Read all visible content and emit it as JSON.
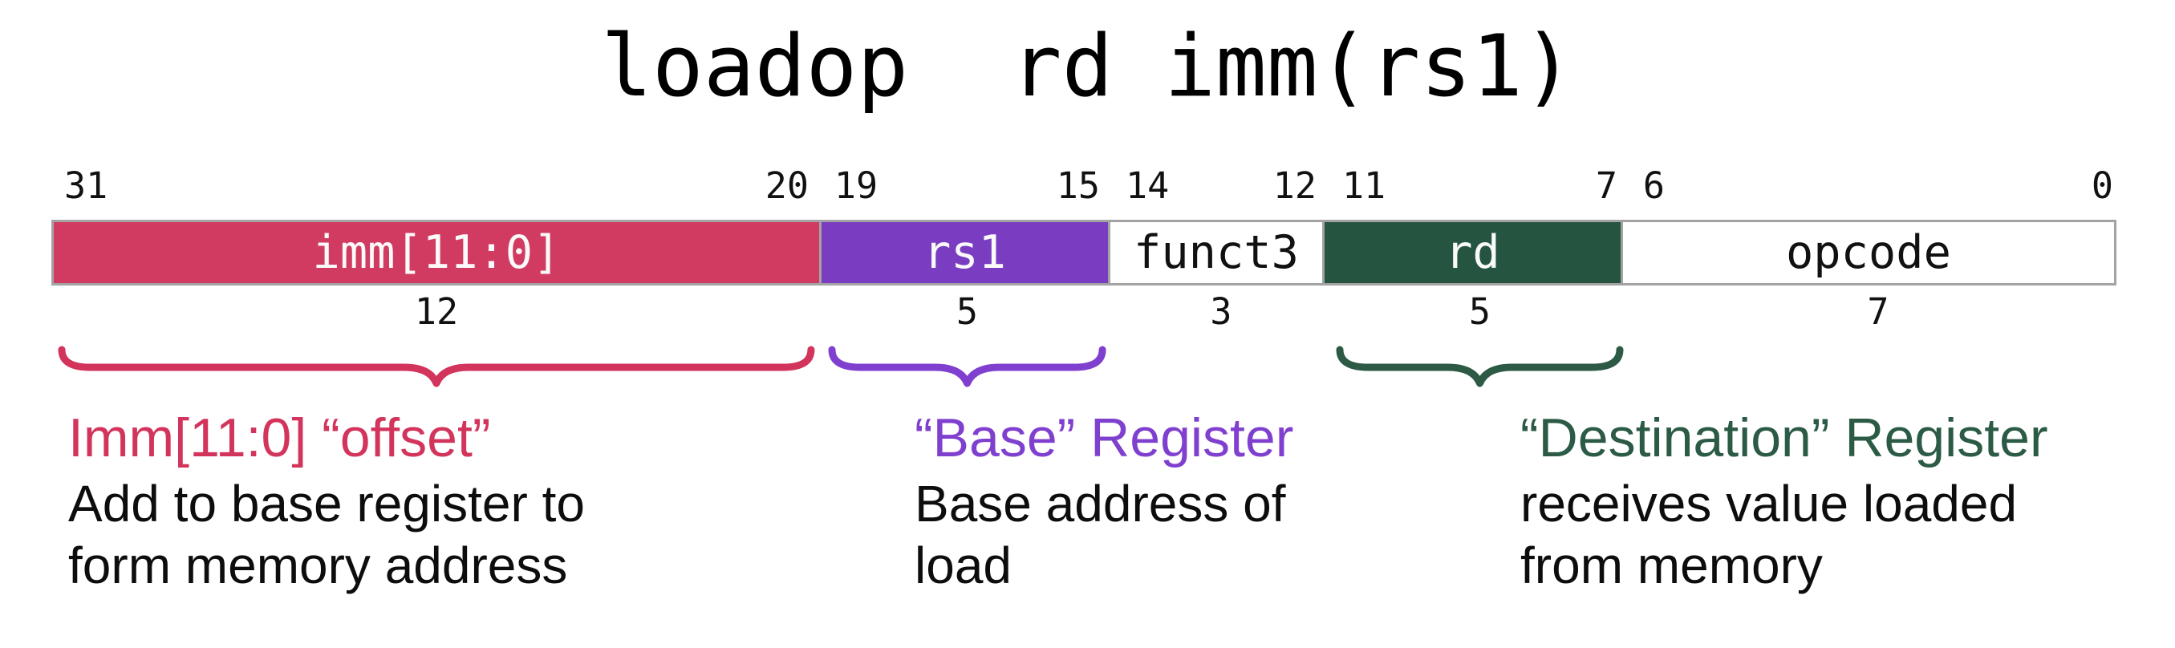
{
  "instruction": {
    "title": "loadop  rd imm(rs1)",
    "fields": [
      {
        "id": "imm",
        "label": "imm[11:0]",
        "bit_hi": "31",
        "bit_lo": "20",
        "width_bits": "12",
        "bg": "#d23b61",
        "fg": "#fafafa",
        "width_pct": 37.12,
        "brace_color": "#d2345c"
      },
      {
        "id": "rs1",
        "label": "rs1",
        "bit_hi": "19",
        "bit_lo": "15",
        "width_bits": "5",
        "bg": "#7a3dc1",
        "fg": "#fafafa",
        "width_pct": 14.04,
        "brace_color": "#8040cf"
      },
      {
        "id": "funct3",
        "label": "funct3",
        "bit_hi": "14",
        "bit_lo": "12",
        "width_bits": "3",
        "bg": "#ffffff",
        "fg": "#111111",
        "width_pct": 10.44,
        "brace_color": null
      },
      {
        "id": "rd",
        "label": "rd",
        "bit_hi": "11",
        "bit_lo": "7",
        "width_bits": "5",
        "bg": "#255541",
        "fg": "#fafafa",
        "width_pct": 14.5,
        "brace_color": "#2c5a45"
      },
      {
        "id": "opcode",
        "label": "opcode",
        "bit_hi": "6",
        "bit_lo": "0",
        "width_bits": "7",
        "bg": "#ffffff",
        "fg": "#111111",
        "width_pct": 23.9,
        "brace_color": null
      }
    ],
    "annotations": [
      {
        "id": "offset",
        "heading": "Imm[11:0] “offset”",
        "color": "#d2345c",
        "lines": [
          "Add to base register to",
          "form memory address"
        ]
      },
      {
        "id": "base",
        "heading": "“Base” Register",
        "color": "#8040cf",
        "lines": [
          "Base address of",
          "load"
        ]
      },
      {
        "id": "destination",
        "heading": "“Destination” Register",
        "color": "#2b5a45",
        "lines": [
          "receives value loaded",
          "from memory"
        ]
      }
    ]
  },
  "colors": {
    "immediate_field": "#d23b61",
    "rs1_field": "#7a3dc1",
    "rd_field": "#255541",
    "plain_field": "#ffffff",
    "field_border": "#a3a3a3",
    "body_text": "#0d0d0d",
    "background": "#ffffff"
  }
}
